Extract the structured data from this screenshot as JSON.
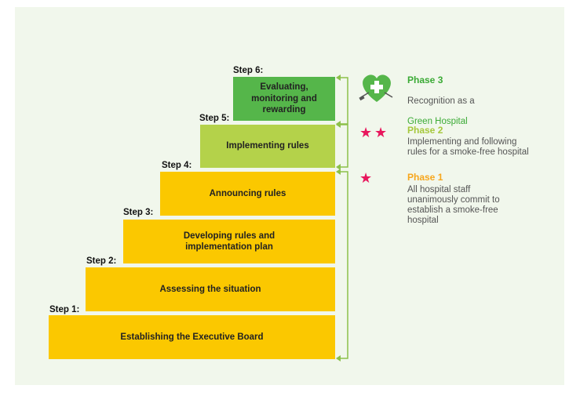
{
  "colors": {
    "background": "#f1f7ec",
    "gold": "#fbc800",
    "lime": "#b4d24a",
    "green": "#55b64a",
    "bracket": "#8cc04a",
    "phase3": "#3aaa35",
    "phase2": "#a6c83c",
    "phase1": "#f7a61c",
    "star": "#e8175d"
  },
  "steps": [
    {
      "label": "Step 1:",
      "text": "Establishing the Executive Board"
    },
    {
      "label": "Step 2:",
      "text": "Assessing the situation"
    },
    {
      "label": "Step 3:",
      "text": "Developing rules and\nimplementation plan"
    },
    {
      "label": "Step 4:",
      "text": "Announcing rules"
    },
    {
      "label": "Step 5:",
      "text": "Implementing rules"
    },
    {
      "label": "Step 6:",
      "text": "Evaluating,\nmonitoring and\nrewarding"
    }
  ],
  "phases": [
    {
      "title": "Phase 3",
      "desc": "Recognition as a",
      "desc_accent": "Green Hospital",
      "icon": "heart-cross-icon"
    },
    {
      "title": "Phase 2",
      "desc": "Implementing and following\nrules for a smoke-free hospital",
      "stars": 2
    },
    {
      "title": "Phase 1",
      "desc": "All hospital staff\nunanimously commit to\nestablish a smoke-free\nhospital",
      "stars": 1
    }
  ]
}
